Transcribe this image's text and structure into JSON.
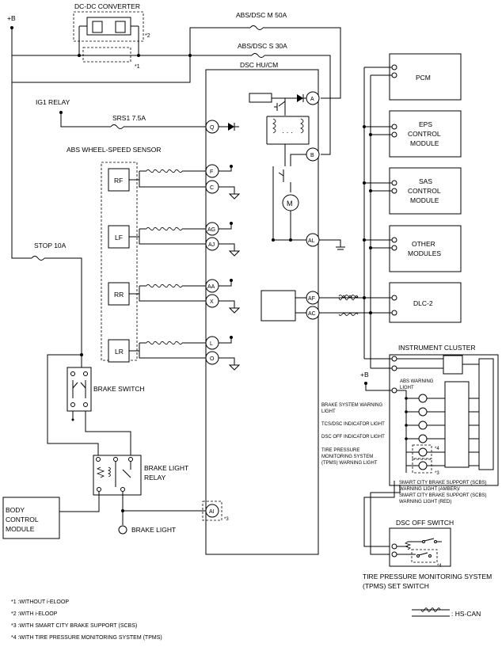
{
  "labels": {
    "plus_b_top": "+B",
    "dcdc": "DC-DC CONVERTER",
    "note2_mark": "*2",
    "note1_mark": "*1",
    "abs_dsc_m": "ABS/DSC M 50A",
    "abs_dsc_s": "ABS/DSC S 30A",
    "dsc_hucm": "DSC HU/CM",
    "ig1_relay": "IG1 RELAY",
    "srs1": "SRS1 7.5A",
    "abs_sensor": "ABS WHEEL-SPEED SENSOR",
    "stop": "STOP 10A",
    "brake_switch": "BRAKE SWITCH",
    "brake_light_relay_1": "BRAKE LIGHT",
    "brake_light_relay_2": "RELAY",
    "body_control_1": "BODY",
    "body_control_2": "CONTROL",
    "body_control_3": "MODULE",
    "brake_light": "BRAKE LIGHT",
    "note3_mark": "*3",
    "note4_mark": "*4",
    "pcm": "PCM",
    "eps_1": "EPS",
    "eps_2": "CONTROL",
    "eps_3": "MODULE",
    "sas_1": "SAS",
    "sas_2": "CONTROL",
    "sas_3": "MODULE",
    "other_1": "OTHER",
    "other_2": "MODULES",
    "dlc2": "DLC-2",
    "instrument_cluster": "INSTRUMENT CLUSTER",
    "plus_b_ic": "+B",
    "abs_warning_1": "ABS WARNING",
    "abs_warning_2": "LIGHT",
    "brake_sys_1": "BRAKE SYSTEM WARNING",
    "brake_sys_2": "LIGHT",
    "tcs": "TCS/DSC INDICATOR LIGHT",
    "dsc_off_ind": "DSC OFF INDICATOR LIGHT",
    "tpms_1": "TIRE PRESSURE",
    "tpms_2": "MONITORING SYSTEM",
    "tpms_3": "(TPMS) WARNING LIGHT",
    "scbs_1": "SMART CITY BRAKE SUPPORT (SCBS)",
    "scbs_2": "WARNING LIGHT (AMBER)/",
    "scbs_3": "SMART CITY BRAKE SUPPORT (SCBS)",
    "scbs_4": "WARNING LIGHT (RED)",
    "dsc_off_switch": "DSC OFF SWITCH",
    "tpms_switch_1": "TIRE PRESSURE MONITORING SYSTEM",
    "tpms_switch_2": "(TPMS)  SET SWITCH",
    "hs_can": ": HS-CAN",
    "motor": "M"
  },
  "sensors": [
    "RF",
    "LF",
    "RR",
    "LR"
  ],
  "terminals": {
    "A": "A",
    "B": "B",
    "Q": "Q",
    "F": "F",
    "C": "C",
    "AG": "AG",
    "AJ": "AJ",
    "AA": "AA",
    "X": "X",
    "L": "L",
    "O": "O",
    "AL": "AL",
    "AF": "AF",
    "AC": "AC",
    "AI": "AI"
  },
  "footnotes": [
    "*1 :WITHOUT i-ELOOP",
    "*2 :WITH i-ELOOP",
    "*3 :WITH SMART CITY BRAKE SUPPORT (SCBS)",
    "*4 :WITH TIRE PRESSURE MONITORING SYSTEM (TPMS)"
  ]
}
